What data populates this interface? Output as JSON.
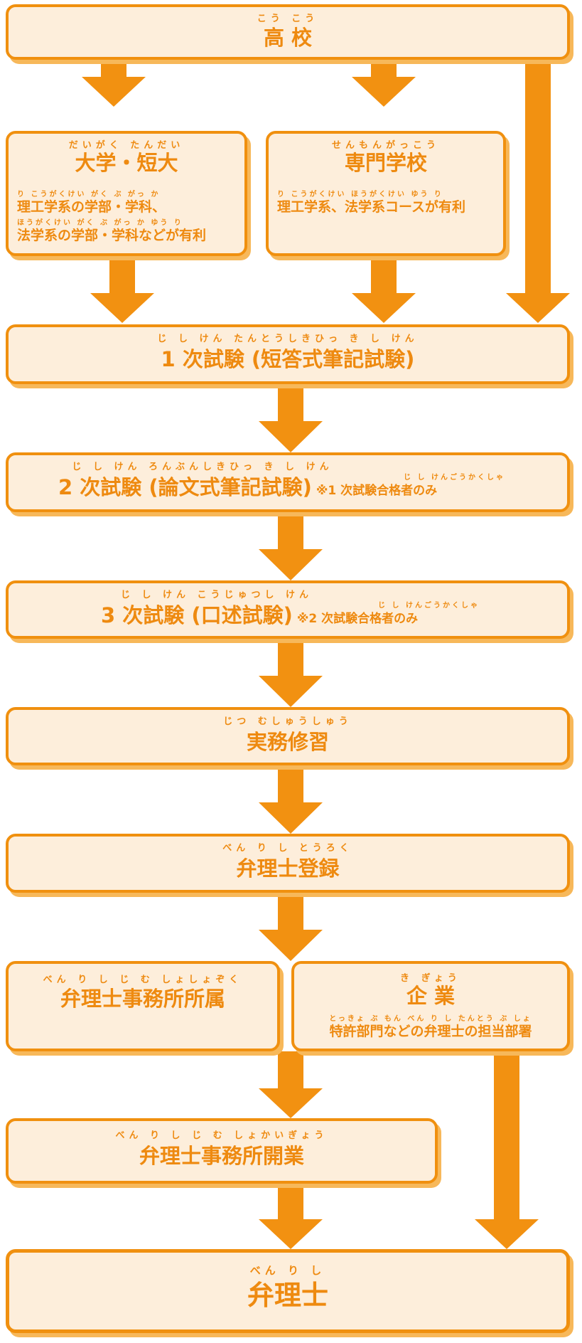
{
  "colors": {
    "accent": "#f0900f",
    "box_fill": "#fdeedb",
    "shadow": "#f7b85a",
    "text": "#ee8a10"
  },
  "nodes": {
    "high_school": {
      "furigana": "こう こう",
      "title": "高 校"
    },
    "university": {
      "furigana": "だいがく たんだい",
      "title": "大学・短大",
      "line1_furigana": "り こうがくけい がく ぶ がっ か",
      "line1": "理工学系の学部・学科、",
      "line2_furigana": "ほうがくけい がく ぶ がっ か ゆう り",
      "line2": "法学系の学部・学科などが有利"
    },
    "vocational": {
      "furigana": "せんもんがっこう",
      "title": "専門学校",
      "line1_furigana": "り こうがくけい ほうがくけい ゆう り",
      "line1": "理工学系、法学系コースが有利"
    },
    "exam1": {
      "furigana": "じ し けん たんとうしきひっ き し けん",
      "title": "1 次試験 (短答式筆記試験)"
    },
    "exam2": {
      "furigana": "じ し けん ろんぶんしきひっ き し けん",
      "title": "2 次試験 (論文式筆記試験)",
      "note_furigana": "じ し けんごうかくしゃ",
      "note": "※1 次試験合格者のみ"
    },
    "exam3": {
      "furigana": "じ し けん こうじゅつし けん",
      "title": "3 次試験 (口述試験)",
      "note_furigana": "じ し けんごうかくしゃ",
      "note": "※2 次試験合格者のみ"
    },
    "practical": {
      "furigana": "じつ むしゅうしゅう",
      "title": "実務修習"
    },
    "registration": {
      "furigana": "べん り し とうろく",
      "title": "弁理士登録"
    },
    "office_member": {
      "furigana": "べん り し じ む しょしょぞく",
      "title": "弁理士事務所所属"
    },
    "company": {
      "furigana": "き ぎょう",
      "title": "企 業",
      "line1_furigana": "とっきょ ぶ もん べん り し たんとう ぶ しょ",
      "line1": "特許部門などの弁理士の担当部署"
    },
    "office_open": {
      "furigana": "べん り し じ む しょかいぎょう",
      "title": "弁理士事務所開業"
    },
    "patent_attorney": {
      "furigana": "べん り し",
      "title": "弁理士"
    }
  }
}
